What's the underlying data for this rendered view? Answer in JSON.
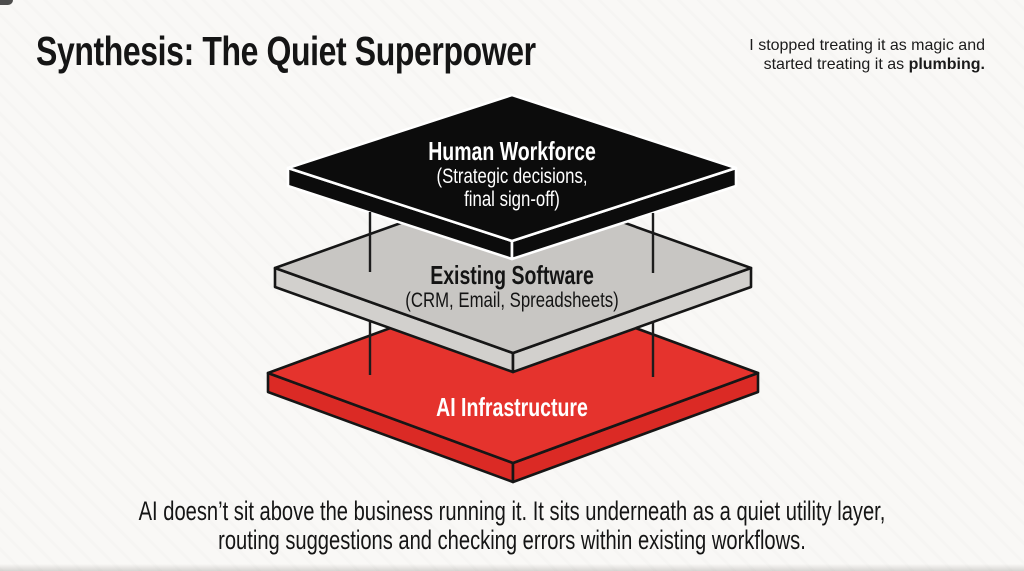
{
  "slide": {
    "background": "#f9f8f6",
    "title": "Synthesis: The Quiet Superpower",
    "quote": {
      "line1": "I stopped treating it as magic and",
      "line2_prefix": "started treating it as ",
      "line2_bold": "plumbing."
    },
    "caption": {
      "line1": "AI doesn’t sit above the business running it. It sits underneath as a quiet utility layer,",
      "line2": "routing suggestions and checking errors within existing workflows."
    }
  },
  "diagram": {
    "type": "layered-stack",
    "connector_color": "#1c1c1c",
    "layers": [
      {
        "name": "human-workforce",
        "title": "Human Workforce",
        "subtitle_line1": "(Strategic decisions,",
        "subtitle_line2": "final sign-off)",
        "fill_top": "#0c0c0c",
        "fill_side": "#0c0c0c",
        "outline": "#ffffff",
        "text_color": "#ffffff"
      },
      {
        "name": "existing-software",
        "title": "Existing Software",
        "subtitle_line1": "(CRM, Email, Spreadsheets)",
        "fill_top": "#c8c6c3",
        "fill_side": "#d2d0cd",
        "outline": "#161616",
        "text_color": "#141414"
      },
      {
        "name": "ai-infrastructure",
        "title": "AI Infrastructure",
        "fill_top": "#e5332d",
        "fill_side": "#db2a25",
        "outline": "#161616",
        "text_color": "#ffffff"
      }
    ]
  }
}
